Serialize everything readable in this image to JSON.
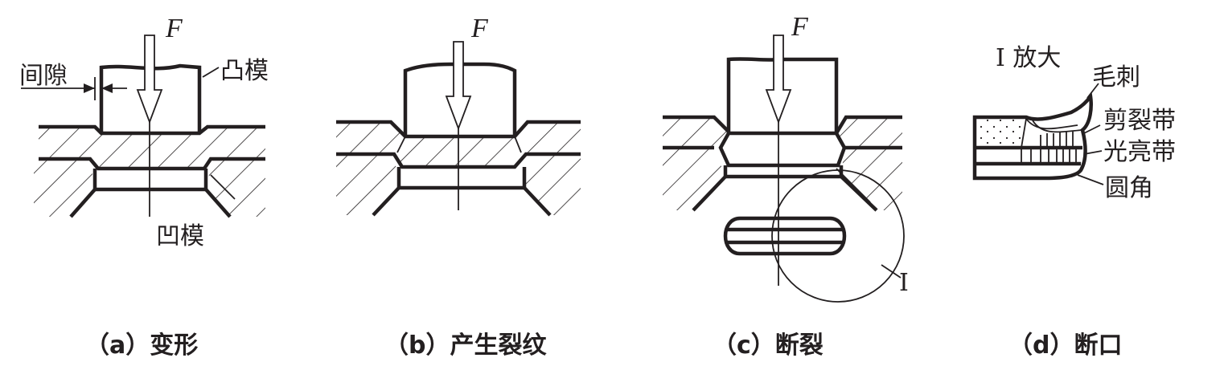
{
  "labels": {
    "force": "F",
    "clearance": "间隙",
    "punch": "凸模",
    "die": "凹模",
    "detail_marker": "I",
    "enlarged": "I 放大",
    "burr": "毛刺",
    "shear_zone": "剪裂带",
    "bright_zone": "光亮带",
    "rollover": "圆角"
  },
  "captions": {
    "a": "（a）变形",
    "b": "（b）产生裂纹",
    "c": "（c）断裂",
    "d": "（d）断口"
  },
  "colors": {
    "ink": "#231f20",
    "background": "#ffffff"
  }
}
